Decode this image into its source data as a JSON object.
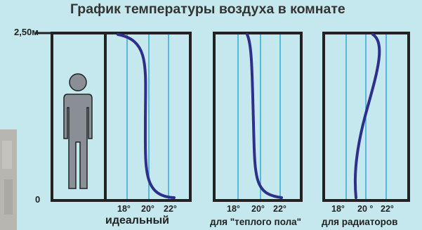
{
  "title": "График температуры воздуха в комнате",
  "height_axis": {
    "top_label": "2,50м",
    "bottom_label": "0"
  },
  "panels": [
    {
      "caption": "идеальный",
      "ticks": [
        "18°",
        "20°",
        "22°"
      ]
    },
    {
      "caption": "для \"теплого пола\"",
      "ticks": [
        "18°",
        "20°",
        "22°"
      ]
    },
    {
      "caption": "для радиаторов",
      "ticks": [
        "18°",
        "20 °",
        "22°"
      ]
    }
  ],
  "colors": {
    "background": "#c4e8ee",
    "frame": "#222222",
    "gridline": "#33a7d3",
    "curve": "#2e2f8a",
    "person": "#8a8f96"
  },
  "icons": {
    "person": "person-silhouette-icon"
  }
}
